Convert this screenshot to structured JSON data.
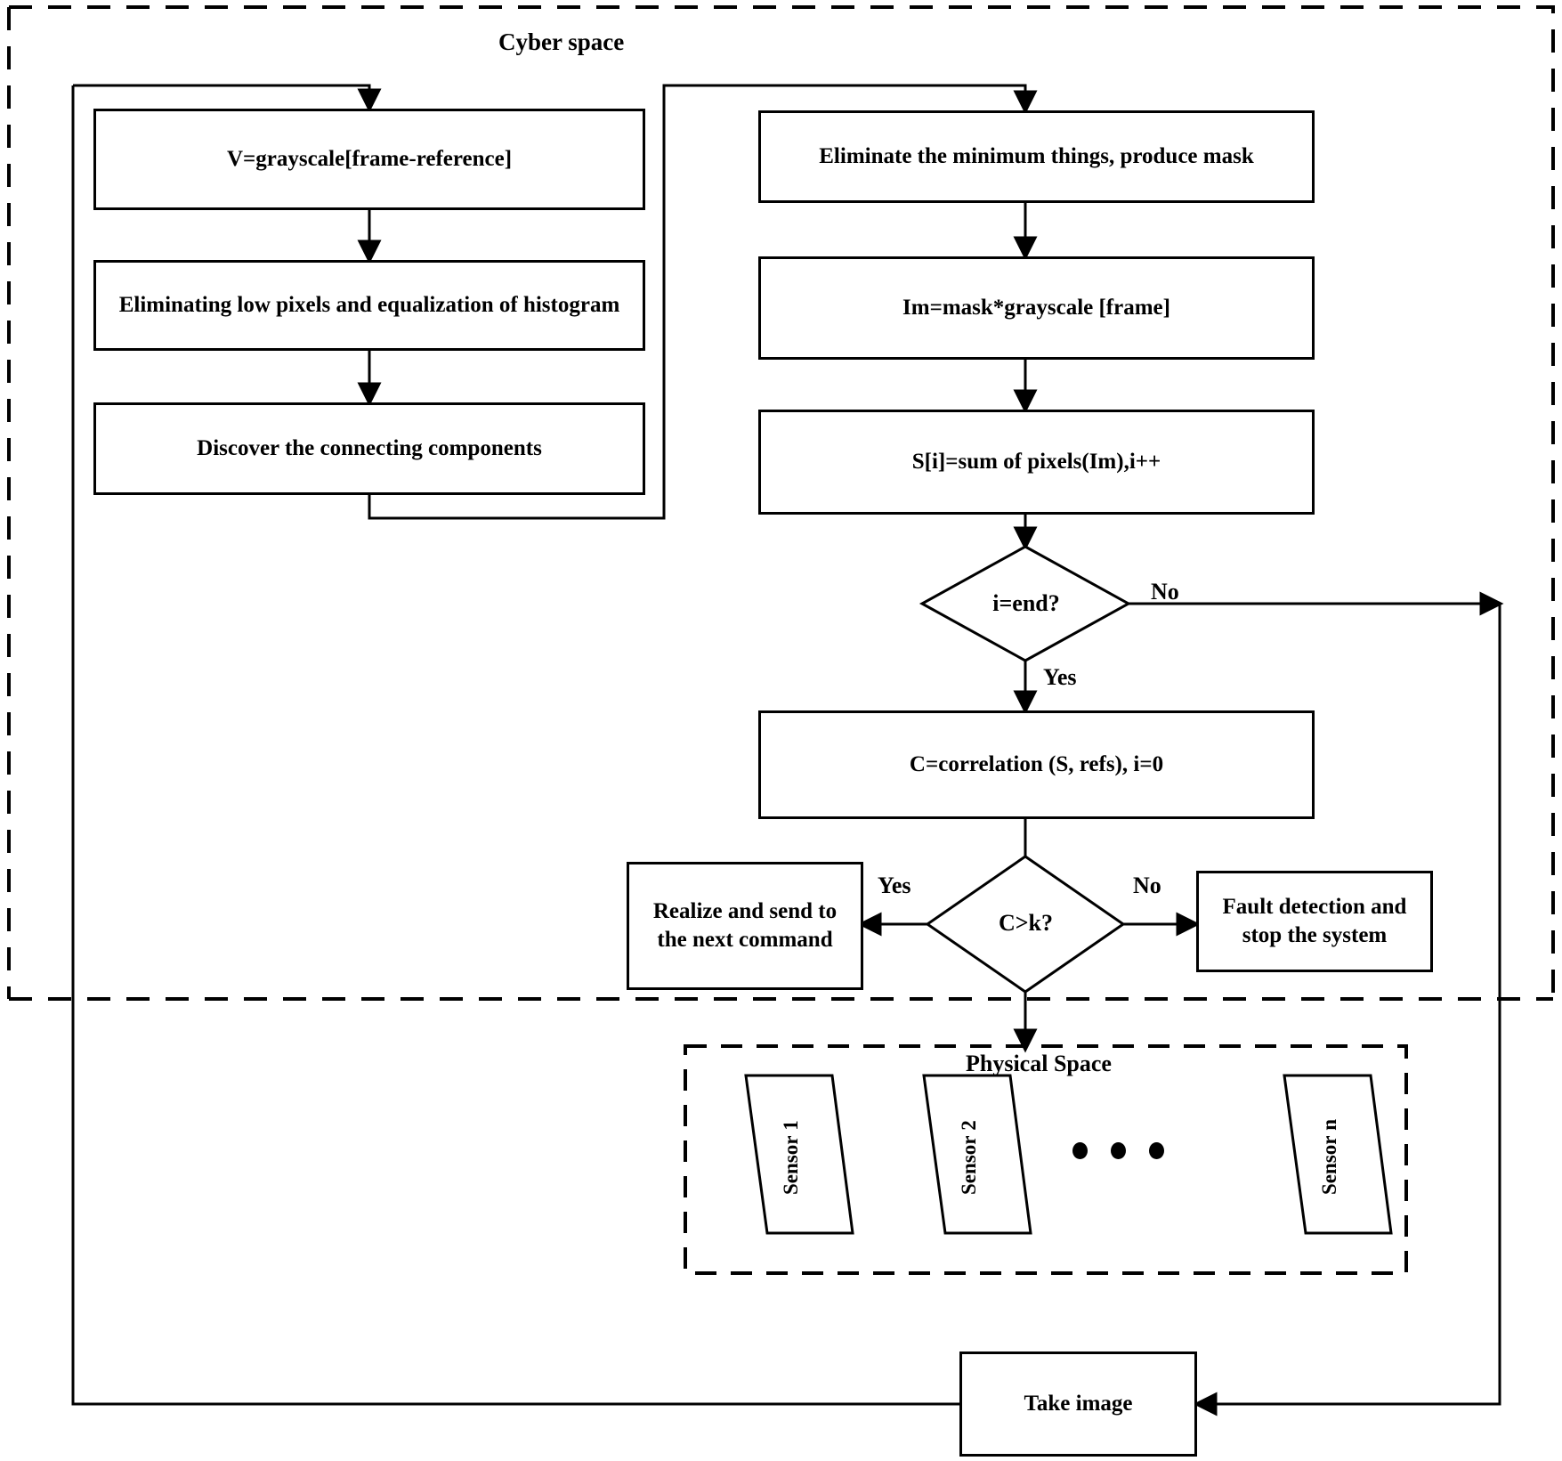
{
  "figure": {
    "type": "flowchart",
    "regions": [
      {
        "id": "cyber",
        "label": "Cyber space"
      },
      {
        "id": "physical",
        "label": "Physical Space"
      }
    ]
  },
  "cyber": {
    "title": "Cyber space",
    "left_column": [
      {
        "id": "grayscale",
        "text": "V=grayscale[frame-reference]"
      },
      {
        "id": "eliminate-low-pixels",
        "text": "Eliminating low pixels and equalization of histogram"
      },
      {
        "id": "connecting-components",
        "text": "Discover the connecting components"
      }
    ],
    "right_column": [
      {
        "id": "eliminate-minimum",
        "text": "Eliminate the minimum things, produce mask"
      },
      {
        "id": "mask-grayscale",
        "text": "Im=mask*grayscale [frame]"
      },
      {
        "id": "sum-pixels",
        "text": "S[i]=sum of pixels(Im),i++"
      },
      {
        "id": "correlation",
        "text": "C=correlation (S, refs), i=0"
      }
    ],
    "decisions": [
      {
        "id": "i-end",
        "text": "i=end?",
        "yes_label": "Yes",
        "no_label": "No"
      },
      {
        "id": "c-gt-k",
        "text": "C>k?",
        "yes_label": "Yes",
        "no_label": "No"
      }
    ],
    "outcomes": [
      {
        "id": "realize-send",
        "text": "Realize and send to the next command"
      },
      {
        "id": "fault-detection",
        "text": "Fault detection and stop the system"
      }
    ]
  },
  "physical": {
    "title": "Physical Space",
    "sensors": [
      {
        "id": "sensor-1",
        "name": "Sensor",
        "index": "1"
      },
      {
        "id": "sensor-2",
        "name": "Sensor",
        "index": "2"
      },
      {
        "id": "sensor-n",
        "name": "Sensor",
        "index": "n"
      }
    ],
    "ellipsis_dots": 3
  },
  "bottom": {
    "take_image": {
      "id": "take-image",
      "text": "Take image"
    }
  },
  "edge_labels": {
    "i_end_no": "No",
    "i_end_yes": "Yes",
    "c_k_yes": "Yes",
    "c_k_no": "No"
  },
  "colors": {
    "stroke": "#000000",
    "background": "#ffffff"
  }
}
